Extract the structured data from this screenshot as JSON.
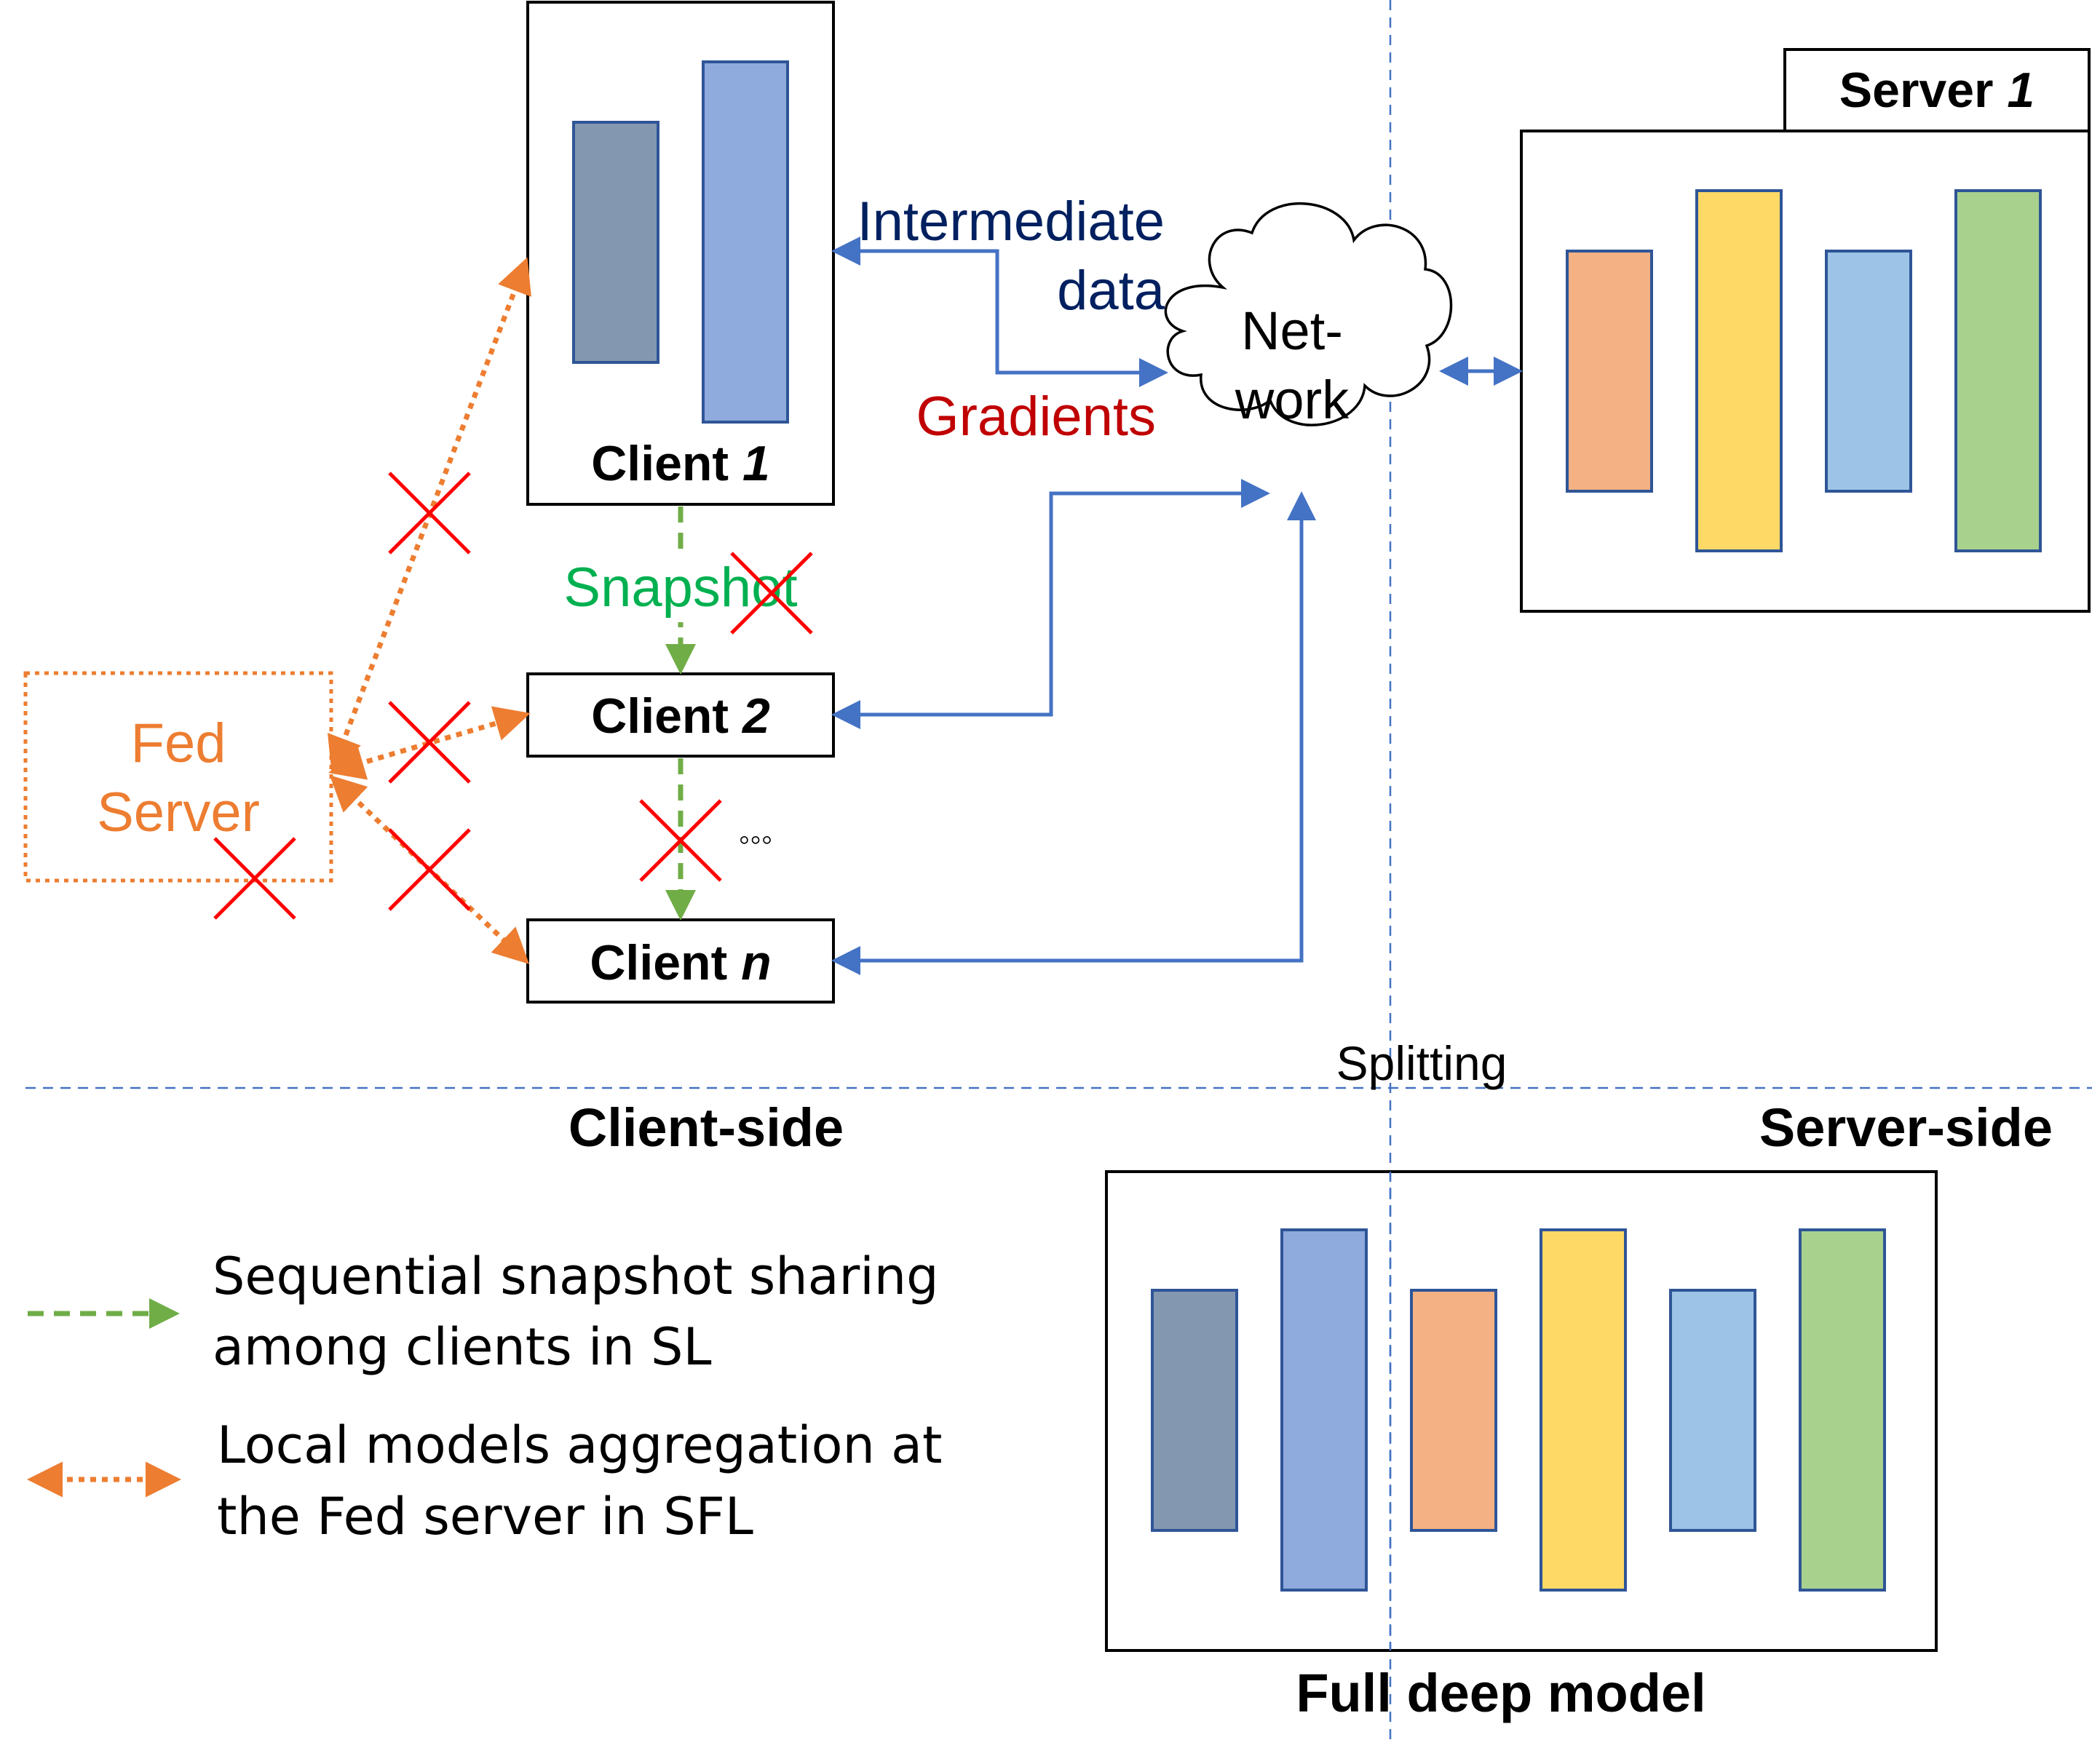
{
  "clients": {
    "client1": {
      "label": "Client ",
      "index": "1"
    },
    "client2": {
      "label": "Client ",
      "index": "2"
    },
    "clientn": {
      "label": "Client ",
      "index": "n"
    },
    "ellipsis": "◦◦◦"
  },
  "server": {
    "label": "Server ",
    "index": "1"
  },
  "fed_server": {
    "line1": "Fed",
    "line2": "Server"
  },
  "network": {
    "line1": "Net-",
    "line2": "work"
  },
  "flows": {
    "intermediate_line1": "Intermediate",
    "intermediate_line2": "data",
    "gradients": "Gradients",
    "snapshot": "Snapshot"
  },
  "split": {
    "splitting": "Splitting",
    "client_side": "Client-side",
    "server_side": "Server-side",
    "full_model": "Full deep model"
  },
  "legend": {
    "sl_line1": "Sequential snapshot sharing",
    "sl_line2": "among clients in SL",
    "sfl_line1": "Local models aggregation at",
    "sfl_line2": "the Fed server in SFL"
  },
  "colors": {
    "client_layer_dark": "#8497B0",
    "client_layer_light": "#8FAADC",
    "server_layer_orange": "#F4B183",
    "server_layer_yellow": "#FFD966",
    "server_layer_blue": "#9DC3E6",
    "server_layer_green": "#A9D18E",
    "layer_border": "#2F5597",
    "network_arrow": "#4472C4",
    "fed_orange": "#ED7D31",
    "snapshot_green": "#70AD47",
    "snapshot_text": "#00B050",
    "cross_red": "#FF0000",
    "intermediate_text": "#002060",
    "gradients_text": "#C00000"
  }
}
